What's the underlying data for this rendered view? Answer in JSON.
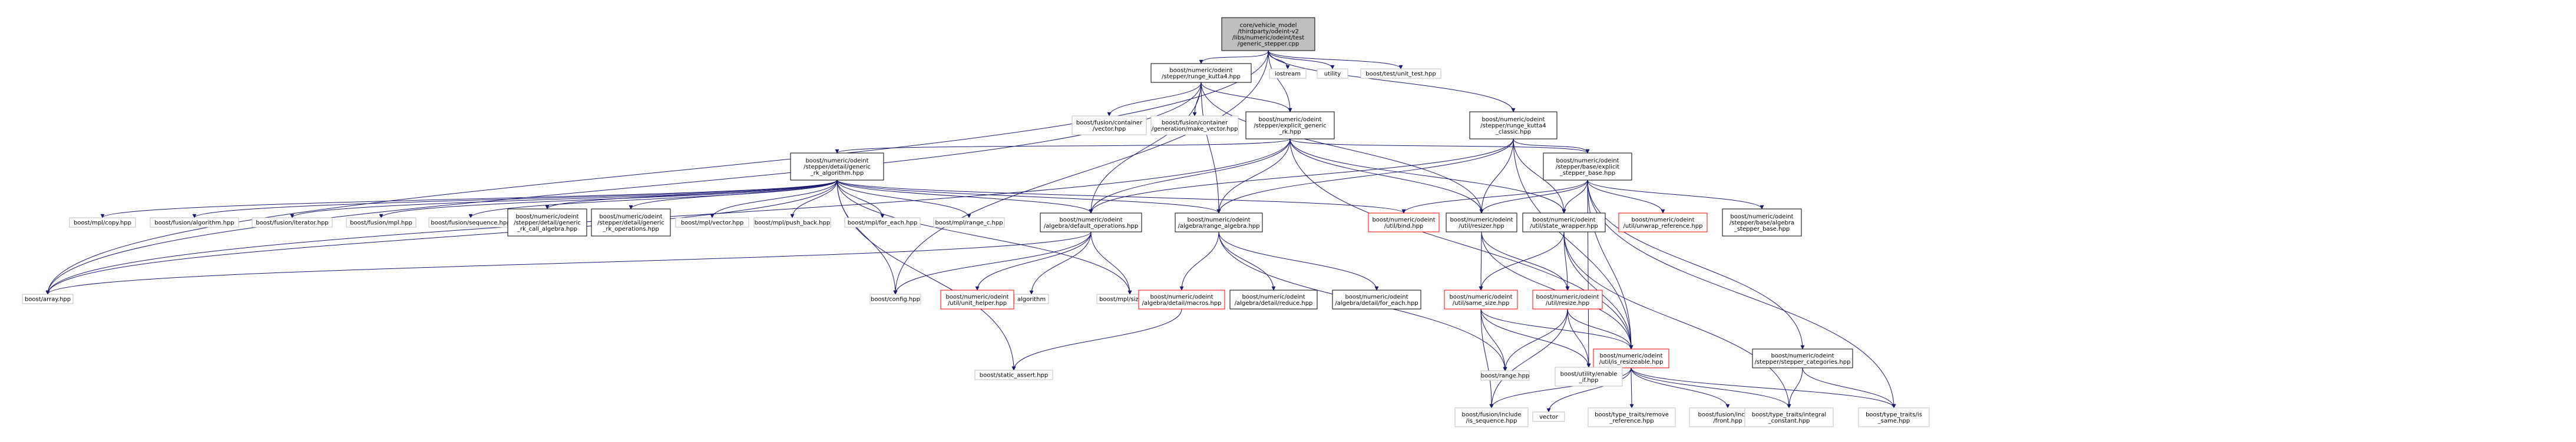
{
  "colors": {
    "root_fill": "#bfbfbf",
    "box_stroke_default": "#000000",
    "box_stroke_gray": "#bfbfbf",
    "box_stroke_red": "#ff0000",
    "edge_blue": "#191970",
    "edge_gray": "#b0b0b0",
    "edge_red": "#ff0000"
  },
  "nodes": [
    {
      "id": "root",
      "label": [
        "core/vehicle_model",
        "/thirdparty/odeint-v2",
        "/libs/numeric/odeint/test",
        "/generic_stepper.cpp"
      ],
      "style": "root"
    },
    {
      "id": "rk4",
      "label": [
        "boost/numeric/odeint",
        "/stepper/runge_kutta4.hpp"
      ],
      "style": "normal"
    },
    {
      "id": "iostream",
      "label": [
        "iostream"
      ],
      "style": "gray"
    },
    {
      "id": "utility",
      "label": [
        "utility"
      ],
      "style": "gray"
    },
    {
      "id": "unittest",
      "label": [
        "boost/test/unit_test.hpp"
      ],
      "style": "gray"
    },
    {
      "id": "fvector",
      "label": [
        "boost/fusion/container",
        "/vector.hpp"
      ],
      "style": "gray"
    },
    {
      "id": "fmakevec",
      "label": [
        "boost/fusion/container",
        "/generation/make_vector.hpp"
      ],
      "style": "gray"
    },
    {
      "id": "expgen",
      "label": [
        "boost/numeric/odeint",
        "/stepper/explicit_generic",
        "_rk.hpp"
      ],
      "style": "normal"
    },
    {
      "id": "rk4c",
      "label": [
        "boost/numeric/odeint",
        "/stepper/runge_kutta4",
        "_classic.hpp"
      ],
      "style": "normal"
    },
    {
      "id": "genrkalg",
      "label": [
        "boost/numeric/odeint",
        "/stepper/detail/generic",
        "_rk_algorithm.hpp"
      ],
      "style": "normal"
    },
    {
      "id": "expbase",
      "label": [
        "boost/numeric/odeint",
        "/stepper/base/explicit",
        "_stepper_base.hpp"
      ],
      "style": "normal"
    },
    {
      "id": "mplcopy",
      "label": [
        "boost/mpl/copy.hpp"
      ],
      "style": "gray"
    },
    {
      "id": "falg",
      "label": [
        "boost/fusion/algorithm.hpp"
      ],
      "style": "gray"
    },
    {
      "id": "fiter",
      "label": [
        "boost/fusion/iterator.hpp"
      ],
      "style": "gray"
    },
    {
      "id": "fmpl",
      "label": [
        "boost/fusion/mpl.hpp"
      ],
      "style": "gray"
    },
    {
      "id": "fseq",
      "label": [
        "boost/fusion/sequence.hpp"
      ],
      "style": "gray"
    },
    {
      "id": "callalg",
      "label": [
        "boost/numeric/odeint",
        "/stepper/detail/generic",
        "_rk_call_algebra.hpp"
      ],
      "style": "normal"
    },
    {
      "id": "rkops",
      "label": [
        "boost/numeric/odeint",
        "/stepper/detail/generic",
        "_rk_operations.hpp"
      ],
      "style": "normal"
    },
    {
      "id": "mplvec",
      "label": [
        "boost/mpl/vector.hpp"
      ],
      "style": "gray"
    },
    {
      "id": "mplpush",
      "label": [
        "boost/mpl/push_back.hpp"
      ],
      "style": "gray"
    },
    {
      "id": "mplforeach",
      "label": [
        "boost/mpl/for_each.hpp"
      ],
      "style": "gray"
    },
    {
      "id": "mplrange",
      "label": [
        "boost/mpl/range_c.hpp"
      ],
      "style": "gray"
    },
    {
      "id": "defops",
      "label": [
        "boost/numeric/odeint",
        "/algebra/default_operations.hpp"
      ],
      "style": "normal"
    },
    {
      "id": "rangealg",
      "label": [
        "boost/numeric/odeint",
        "/algebra/range_algebra.hpp"
      ],
      "style": "normal"
    },
    {
      "id": "bind",
      "label": [
        "boost/numeric/odeint",
        "/util/bind.hpp"
      ],
      "style": "red"
    },
    {
      "id": "resizer",
      "label": [
        "boost/numeric/odeint",
        "/util/resizer.hpp"
      ],
      "style": "normal"
    },
    {
      "id": "statewrap",
      "label": [
        "boost/numeric/odeint",
        "/util/state_wrapper.hpp"
      ],
      "style": "normal"
    },
    {
      "id": "unwrapref",
      "label": [
        "boost/numeric/odeint",
        "/util/unwrap_reference.hpp"
      ],
      "style": "red"
    },
    {
      "id": "algstepbase",
      "label": [
        "boost/numeric/odeint",
        "/stepper/base/algebra",
        "_stepper_base.hpp"
      ],
      "style": "normal"
    },
    {
      "id": "array",
      "label": [
        "boost/array.hpp"
      ],
      "style": "gray"
    },
    {
      "id": "config",
      "label": [
        "boost/config.hpp"
      ],
      "style": "gray"
    },
    {
      "id": "unithelper",
      "label": [
        "boost/numeric/odeint",
        "/util/unit_helper.hpp"
      ],
      "style": "red"
    },
    {
      "id": "algorithm",
      "label": [
        "algorithm"
      ],
      "style": "gray"
    },
    {
      "id": "sizet",
      "label": [
        "boost/mpl/size_t.hpp"
      ],
      "style": "gray"
    },
    {
      "id": "macros",
      "label": [
        "boost/numeric/odeint",
        "/algebra/detail/macros.hpp"
      ],
      "style": "red"
    },
    {
      "id": "reduce",
      "label": [
        "boost/numeric/odeint",
        "/algebra/detail/reduce.hpp"
      ],
      "style": "normal"
    },
    {
      "id": "foreach",
      "label": [
        "boost/numeric/odeint",
        "/algebra/detail/for_each.hpp"
      ],
      "style": "normal"
    },
    {
      "id": "samesize",
      "label": [
        "boost/numeric/odeint",
        "/util/same_size.hpp"
      ],
      "style": "red"
    },
    {
      "id": "resize",
      "label": [
        "boost/numeric/odeint",
        "/util/resize.hpp"
      ],
      "style": "red"
    },
    {
      "id": "isresizeable",
      "label": [
        "boost/numeric/odeint",
        "/util/is_resizeable.hpp"
      ],
      "style": "red"
    },
    {
      "id": "stepcats",
      "label": [
        "boost/numeric/odeint",
        "/stepper/stepper_categories.hpp"
      ],
      "style": "normal"
    },
    {
      "id": "staticassert",
      "label": [
        "boost/static_assert.hpp"
      ],
      "style": "gray"
    },
    {
      "id": "range",
      "label": [
        "boost/range.hpp"
      ],
      "style": "gray"
    },
    {
      "id": "enableif",
      "label": [
        "boost/utility/enable",
        "_if.hpp"
      ],
      "style": "gray"
    },
    {
      "id": "isseq",
      "label": [
        "boost/fusion/include",
        "/is_sequence.hpp"
      ],
      "style": "gray"
    },
    {
      "id": "vector",
      "label": [
        "vector"
      ],
      "style": "gray"
    },
    {
      "id": "removeref",
      "label": [
        "boost/type_traits/remove",
        "_reference.hpp"
      ],
      "style": "gray"
    },
    {
      "id": "front",
      "label": [
        "boost/fusion/include",
        "/front.hpp"
      ],
      "style": "gray"
    },
    {
      "id": "intconst",
      "label": [
        "boost/type_traits/integral",
        "_constant.hpp"
      ],
      "style": "gray"
    },
    {
      "id": "issame",
      "label": [
        "boost/type_traits/is",
        "_same.hpp"
      ],
      "style": "gray"
    }
  ],
  "edges": [
    [
      "root",
      "rk4",
      "blue"
    ],
    [
      "root",
      "iostream",
      "blue"
    ],
    [
      "root",
      "utility",
      "blue"
    ],
    [
      "root",
      "unittest",
      "blue"
    ],
    [
      "root",
      "array",
      "blue"
    ],
    [
      "root",
      "expgen",
      "blue"
    ],
    [
      "root",
      "rk4c",
      "blue"
    ],
    [
      "root",
      "config",
      "blue"
    ],
    [
      "rk4",
      "fvector",
      "blue"
    ],
    [
      "rk4",
      "fmakevec",
      "blue"
    ],
    [
      "rk4",
      "expgen",
      "blue"
    ],
    [
      "rk4",
      "defops",
      "blue"
    ],
    [
      "rk4",
      "rangealg",
      "blue"
    ],
    [
      "rk4",
      "array",
      "blue"
    ],
    [
      "rk4",
      "resizer",
      "blue"
    ],
    [
      "expgen",
      "genrkalg",
      "blue"
    ],
    [
      "expgen",
      "expbase",
      "blue"
    ],
    [
      "expgen",
      "defops",
      "blue"
    ],
    [
      "expgen",
      "rangealg",
      "blue"
    ],
    [
      "expgen",
      "statewrap",
      "blue"
    ],
    [
      "expgen",
      "resizer",
      "blue"
    ],
    [
      "expgen",
      "isresizeable",
      "blue"
    ],
    [
      "expgen",
      "array",
      "blue"
    ],
    [
      "rk4c",
      "expbase",
      "blue"
    ],
    [
      "rk4c",
      "defops",
      "blue"
    ],
    [
      "rk4c",
      "rangealg",
      "blue"
    ],
    [
      "rk4c",
      "statewrap",
      "blue"
    ],
    [
      "rk4c",
      "resizer",
      "blue"
    ],
    [
      "rk4c",
      "isresizeable",
      "blue"
    ],
    [
      "genrkalg",
      "mplcopy",
      "blue"
    ],
    [
      "genrkalg",
      "falg",
      "blue"
    ],
    [
      "genrkalg",
      "fiter",
      "blue"
    ],
    [
      "genrkalg",
      "fmpl",
      "blue"
    ],
    [
      "genrkalg",
      "fseq",
      "blue"
    ],
    [
      "genrkalg",
      "callalg",
      "blue"
    ],
    [
      "genrkalg",
      "rkops",
      "blue"
    ],
    [
      "genrkalg",
      "mplvec",
      "blue"
    ],
    [
      "genrkalg",
      "mplpush",
      "blue"
    ],
    [
      "genrkalg",
      "mplforeach",
      "blue"
    ],
    [
      "genrkalg",
      "mplrange",
      "blue"
    ],
    [
      "genrkalg",
      "defops",
      "blue"
    ],
    [
      "genrkalg",
      "rangealg",
      "blue"
    ],
    [
      "genrkalg",
      "bind",
      "blue"
    ],
    [
      "genrkalg",
      "array",
      "blue"
    ],
    [
      "genrkalg",
      "config",
      "blue"
    ],
    [
      "genrkalg",
      "sizet",
      "blue"
    ],
    [
      "genrkalg",
      "staticassert",
      "blue"
    ],
    [
      "expbase",
      "bind",
      "blue"
    ],
    [
      "expbase",
      "statewrap",
      "blue"
    ],
    [
      "expbase",
      "unwrapref",
      "blue"
    ],
    [
      "expbase",
      "algstepbase",
      "blue"
    ],
    [
      "expbase",
      "stepcats",
      "blue"
    ],
    [
      "expbase",
      "isresizeable",
      "blue"
    ],
    [
      "expbase",
      "enableif",
      "blue"
    ],
    [
      "expbase",
      "issame",
      "blue"
    ],
    [
      "expbase",
      "resizer",
      "blue"
    ],
    [
      "defops",
      "array",
      "blue"
    ],
    [
      "defops",
      "config",
      "blue"
    ],
    [
      "defops",
      "unithelper",
      "blue"
    ],
    [
      "defops",
      "algorithm",
      "blue"
    ],
    [
      "defops",
      "sizet",
      "blue"
    ],
    [
      "rangealg",
      "macros",
      "blue"
    ],
    [
      "rangealg",
      "reduce",
      "blue"
    ],
    [
      "rangealg",
      "foreach",
      "blue"
    ],
    [
      "rangealg",
      "range",
      "blue"
    ],
    [
      "macros",
      "staticassert",
      "blue"
    ],
    [
      "resizer",
      "samesize",
      "blue"
    ],
    [
      "resizer",
      "resize",
      "blue"
    ],
    [
      "resizer",
      "isresizeable",
      "blue"
    ],
    [
      "statewrap",
      "samesize",
      "blue"
    ],
    [
      "statewrap",
      "resize",
      "blue"
    ],
    [
      "statewrap",
      "isresizeable",
      "blue"
    ],
    [
      "statewrap",
      "intconst",
      "blue"
    ],
    [
      "samesize",
      "range",
      "blue"
    ],
    [
      "samesize",
      "isresizeable",
      "blue"
    ],
    [
      "samesize",
      "isseq",
      "blue"
    ],
    [
      "samesize",
      "enableif",
      "blue"
    ],
    [
      "resize",
      "range",
      "blue"
    ],
    [
      "resize",
      "isresizeable",
      "blue"
    ],
    [
      "resize",
      "enableif",
      "blue"
    ],
    [
      "resize",
      "isseq",
      "blue"
    ],
    [
      "isresizeable",
      "vector",
      "blue"
    ],
    [
      "isresizeable",
      "removeref",
      "blue"
    ],
    [
      "isresizeable",
      "front",
      "blue"
    ],
    [
      "isresizeable",
      "intconst",
      "blue"
    ],
    [
      "isresizeable",
      "issame",
      "blue"
    ],
    [
      "isresizeable",
      "isseq",
      "blue"
    ],
    [
      "stepcats",
      "intconst",
      "blue"
    ],
    [
      "stepcats",
      "issame",
      "blue"
    ]
  ]
}
